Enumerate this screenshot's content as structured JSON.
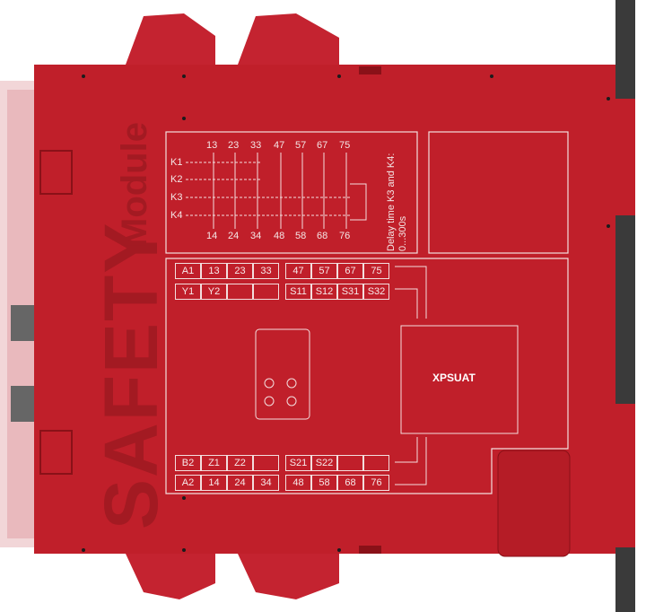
{
  "device": {
    "brand_word": "SAFETY",
    "brand_suffix": "Module",
    "model": "XPSUAT",
    "colors": {
      "body": "#c01f2a",
      "body_dark": "#9e1820",
      "rail": "#3a3a3a",
      "lines": "#f3dede"
    }
  },
  "diagram": {
    "top_numbers": [
      "13",
      "23",
      "33",
      "47",
      "57",
      "67",
      "75"
    ],
    "bottom_numbers": [
      "14",
      "24",
      "34",
      "48",
      "58",
      "68",
      "76"
    ],
    "relays": [
      "K1",
      "K2",
      "K3",
      "K4"
    ],
    "delay_line1": "Delay time K3 and K4:",
    "delay_line2": "0...300s"
  },
  "terminals": {
    "top_row1_left": [
      "A1",
      "13",
      "23",
      "33"
    ],
    "top_row1_right": [
      "47",
      "57",
      "67",
      "75"
    ],
    "top_row2_left": [
      "Y1",
      "Y2",
      "",
      ""
    ],
    "top_row2_right": [
      "S11",
      "S12",
      "S31",
      "S32"
    ],
    "bottom_row1_left": [
      "B2",
      "Z1",
      "Z2",
      ""
    ],
    "bottom_row1_right": [
      "S21",
      "S22",
      "",
      ""
    ],
    "bottom_row2_left": [
      "A2",
      "14",
      "24",
      "34"
    ],
    "bottom_row2_right": [
      "48",
      "58",
      "68",
      "76"
    ]
  }
}
